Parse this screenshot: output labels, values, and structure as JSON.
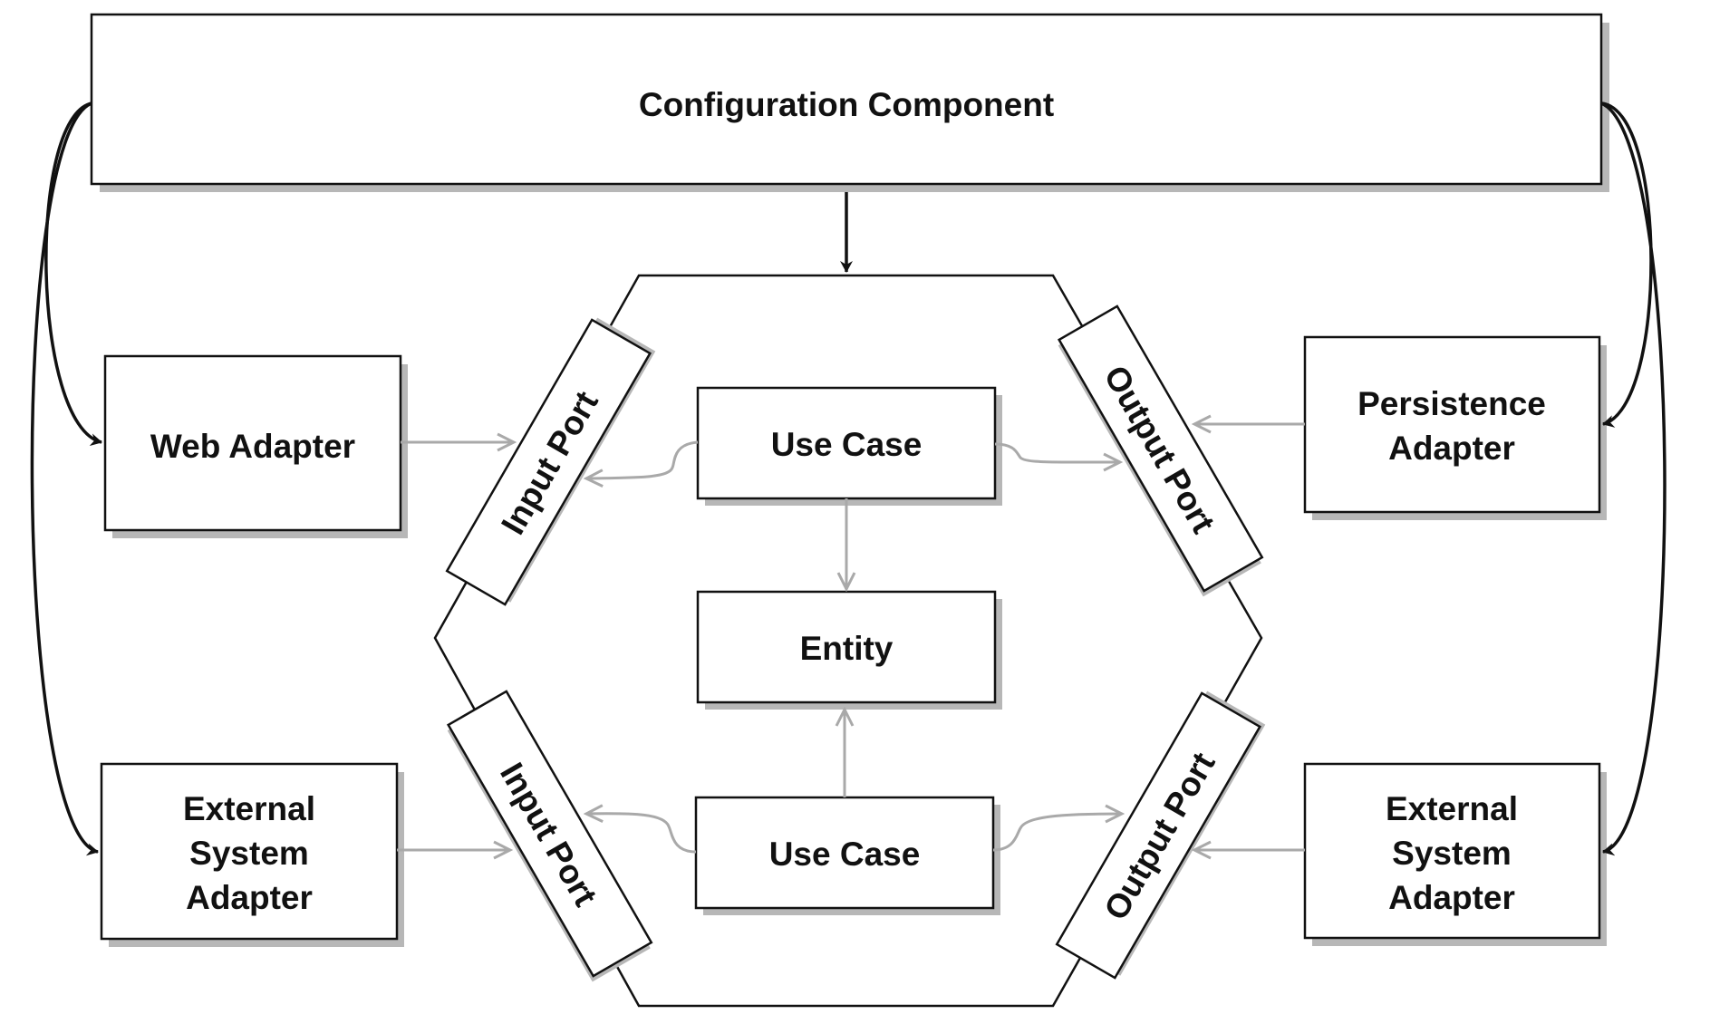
{
  "diagram": {
    "configuration": {
      "label": "Configuration Component"
    },
    "web_adapter": {
      "label": "Web Adapter"
    },
    "external_adapter_left": {
      "line1": "External",
      "line2": "System",
      "line3": "Adapter"
    },
    "persistence_adapter": {
      "line1": "Persistence",
      "line2": "Adapter"
    },
    "external_adapter_right": {
      "line1": "External",
      "line2": "System",
      "line3": "Adapter"
    },
    "input_port_top": {
      "label": "Input Port"
    },
    "input_port_bottom": {
      "label": "Input Port"
    },
    "output_port_top": {
      "label": "Output Port"
    },
    "output_port_bottom": {
      "label": "Output Port"
    },
    "use_case_top": {
      "label": "Use Case"
    },
    "use_case_bottom": {
      "label": "Use Case"
    },
    "entity": {
      "label": "Entity"
    }
  },
  "colors": {
    "outline": "#111111",
    "flow_arrow": "#a9a9a9",
    "shadow": "#b7b7b7",
    "background": "#ffffff"
  }
}
